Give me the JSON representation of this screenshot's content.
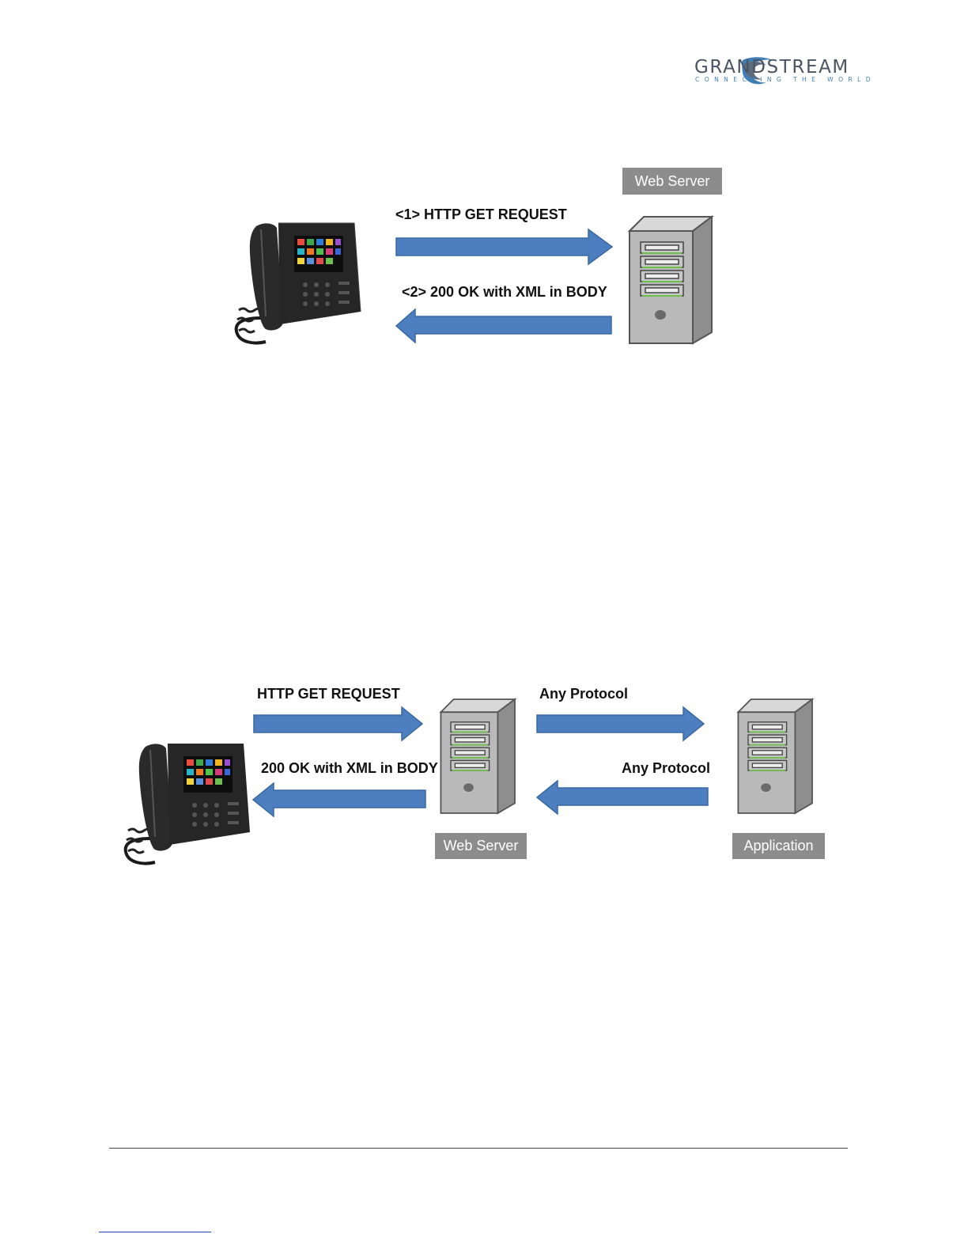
{
  "header": {
    "brand": "GRANDSTREAM",
    "tagline": "CONNECTING THE WORLD"
  },
  "figure1": {
    "server_tag": "Web Server",
    "request_label": "<1> HTTP GET REQUEST",
    "response_label": "<2> 200 OK with XML in BODY"
  },
  "figure2": {
    "request_label": "HTTP GET REQUEST",
    "response_label": "200 OK with XML in BODY",
    "forward_label": "Any Protocol",
    "return_label": "Any Protocol",
    "web_server_tag": "Web Server",
    "application_tag": "Application"
  },
  "colors": {
    "arrow": "#4d7ebf",
    "arrow_stroke": "#3a69a4",
    "tag_bg": "#8c8c8c",
    "brand_text": "#4a5463",
    "brand_accent": "#3f7fb6"
  }
}
